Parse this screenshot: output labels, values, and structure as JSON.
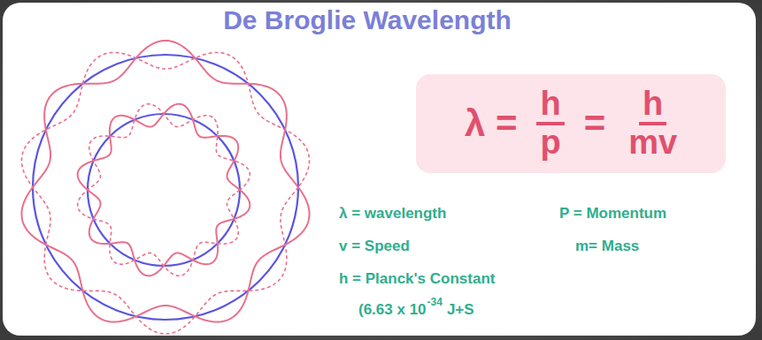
{
  "diagram": {
    "title": "De Broglie Wavelength",
    "nodes": [
      {
        "text": [
          "λ =",
          "h",
          "p",
          "=",
          "h",
          "mv"
        ]
      }
    ],
    "labels": [
      "λ = wavelength",
      "P = Momentum",
      "v = Speed",
      "m= Mass",
      "h = Planck's Constant",
      "(6.63 x 10",
      "-34",
      "J+S"
    ]
  }
}
